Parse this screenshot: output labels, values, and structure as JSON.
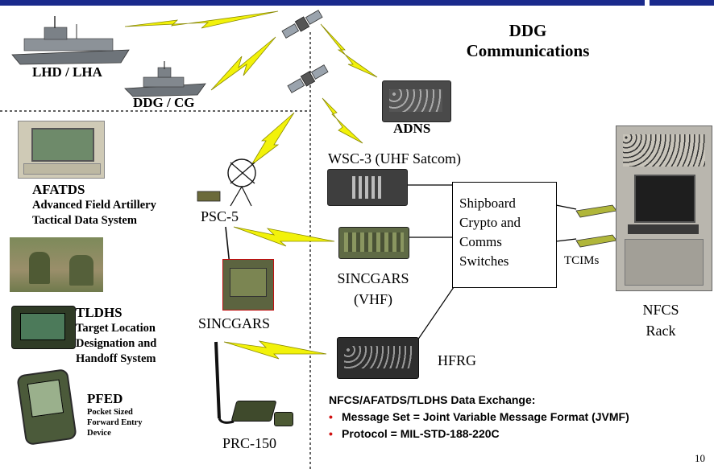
{
  "title": {
    "line1": "DDG",
    "line2": "Communications"
  },
  "ships": {
    "lhd_lha": "LHD / LHA",
    "ddg_cg": "DDG / CG"
  },
  "systems": {
    "adns": "ADNS",
    "wsc3": "WSC-3 (UHF Satcom)",
    "psc5": "PSC-5",
    "sincgars_vhf": {
      "line1": "SINCGARS",
      "line2": "(VHF)"
    },
    "sincgars": "SINCGARS",
    "hfrg": "HFRG",
    "prc150": "PRC-150",
    "tcims": "TCIMs",
    "nfcs_rack": {
      "line1": "NFCS",
      "line2": "Rack"
    }
  },
  "switch_box": {
    "line1": "Shipboard",
    "line2": "Crypto and",
    "line3": "Comms",
    "line4": "Switches"
  },
  "field_systems": {
    "afatds": {
      "name": "AFATDS",
      "desc1": "Advanced Field Artillery",
      "desc2": "Tactical Data System"
    },
    "tldhs": {
      "name": "TLDHS",
      "desc1": "Target Location",
      "desc2": "Designation and",
      "desc3": "Handoff System"
    },
    "pfed": {
      "name": "PFED",
      "desc1": "Pocket Sized",
      "desc2": "Forward Entry",
      "desc3": "Device"
    }
  },
  "data_exchange": {
    "heading": "NFCS/AFATDS/TLDHS Data Exchange:",
    "bullets": [
      "Message Set = Joint Variable Message Format (JVMF)",
      "Protocol = MIL-STD-188-220C"
    ]
  },
  "page_number": "10",
  "colors": {
    "header_bar": "#1a2a8c",
    "lightning": "#f2f20a",
    "lightning_stroke": "#8a8a00",
    "bullet": "#d01010"
  }
}
